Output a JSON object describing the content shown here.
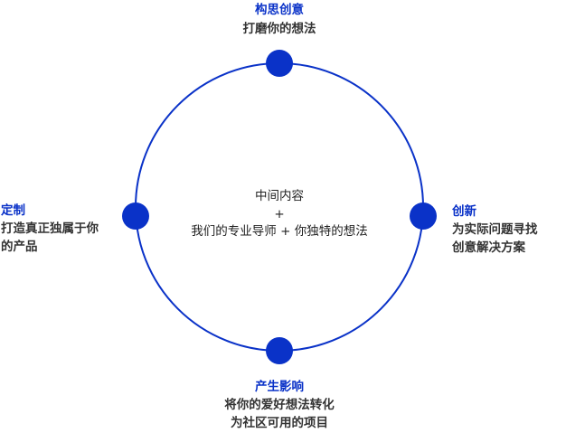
{
  "accent_color": "#0a32c8",
  "center": {
    "line1": "中间内容",
    "line2": "+",
    "line3": "我们的专业导师 + 你独特的想法"
  },
  "nodes": {
    "top": {
      "title": "构思创意",
      "desc": "打磨你的想法"
    },
    "right": {
      "title": "创新",
      "desc1": "为实际问题寻找",
      "desc2": "创意解决方案"
    },
    "bottom": {
      "title": "产生影响",
      "desc1": "将你的爱好想法转化",
      "desc2": "为社区可用的项目"
    },
    "left": {
      "title": "定制",
      "desc1": "打造真正独属于你",
      "desc2": "的产品"
    }
  }
}
